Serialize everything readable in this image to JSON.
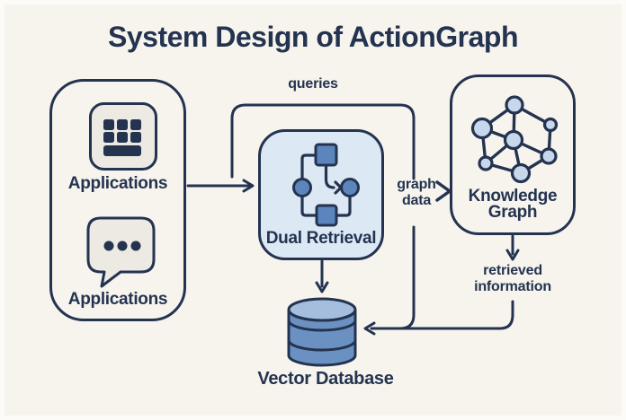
{
  "title": "System Design of ActionGraph",
  "apps": {
    "items": [
      {
        "icon": "grid-apps-icon",
        "label": "Applications"
      },
      {
        "icon": "chat-bubble-icon",
        "label": "Applications"
      }
    ]
  },
  "dual": {
    "icon": "workflow-icon",
    "label": "Dual Retrieval"
  },
  "kg": {
    "icon": "network-graph-icon",
    "label": "Knowledge Graph"
  },
  "vdb": {
    "icon": "database-cylinder-icon",
    "label": "Vector Database"
  },
  "edges": {
    "queries": "queries",
    "graph_data": "graph data",
    "retrieved_information": "retrieved information"
  },
  "colors": {
    "background": "#f7f4ee",
    "ink": "#24334f",
    "panel_blue": "#dce9f5",
    "shape_blue": "#5c85be",
    "node_blue": "#c8d8ec",
    "cylinder_top": "#a5bedd",
    "cylinder_body": "#6a91c2",
    "icon_bg": "#edeae4"
  }
}
